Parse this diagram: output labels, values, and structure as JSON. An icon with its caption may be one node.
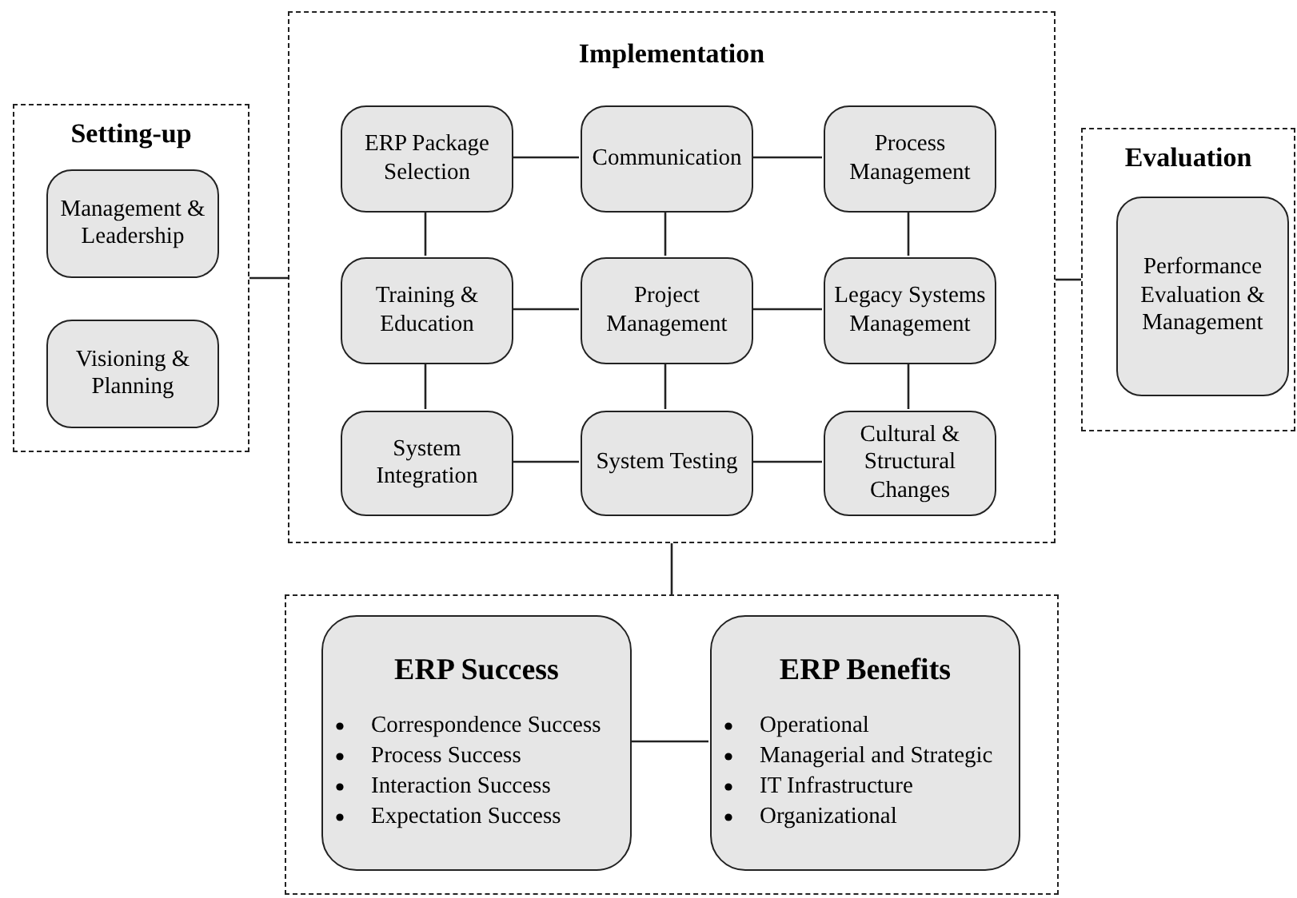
{
  "diagram": {
    "nodes": [
      {
        "text": [
          "Setting-up"
        ]
      },
      {
        "text": [
          "Management & Leadership"
        ],
        "in": 0
      },
      {
        "text": [
          "Visioning & Planning"
        ],
        "in": 0
      },
      {
        "text": [
          "Implementation"
        ]
      },
      {
        "text": [
          "ERP Package Selection"
        ],
        "in": 3
      },
      {
        "text": [
          "Communication"
        ],
        "in": 3
      },
      {
        "text": [
          "Process Management"
        ],
        "in": 3
      },
      {
        "text": [
          "Training & Education"
        ],
        "in": 3
      },
      {
        "text": [
          "Project Management"
        ],
        "in": 3
      },
      {
        "text": [
          "Legacy Systems Management"
        ],
        "in": 3
      },
      {
        "text": [
          "System Integration"
        ],
        "in": 3
      },
      {
        "text": [
          "System Testing"
        ],
        "in": 3
      },
      {
        "text": [
          "Cultural & Structural Changes"
        ],
        "in": 3
      },
      {
        "text": [
          "Evaluation"
        ]
      },
      {
        "text": [
          "Performance Evaluation & Management"
        ],
        "in": 13
      },
      {
        "text": [],
        "shape": "box"
      },
      {
        "text": [
          "ERP Success",
          "Correspondence Success",
          "Process Success",
          "Interaction Success",
          "Expectation Success"
        ],
        "in": 15
      },
      {
        "text": [
          "ERP Benefits",
          "Operational",
          "Managerial and Strategic",
          "IT Infrastructure",
          "Organizational"
        ],
        "in": 15
      }
    ],
    "edges": [
      {
        "from": 0,
        "to": 3,
        "arrow": "none"
      },
      {
        "from": 3,
        "to": 13,
        "arrow": "none"
      },
      {
        "from": 3,
        "to": 15,
        "arrow": "none"
      },
      {
        "from": 4,
        "to": 5,
        "arrow": "none"
      },
      {
        "from": 5,
        "to": 6,
        "arrow": "none"
      },
      {
        "from": 7,
        "to": 8,
        "arrow": "none"
      },
      {
        "from": 8,
        "to": 9,
        "arrow": "none"
      },
      {
        "from": 10,
        "to": 11,
        "arrow": "none"
      },
      {
        "from": 11,
        "to": 12,
        "arrow": "none"
      },
      {
        "from": 4,
        "to": 7,
        "arrow": "none"
      },
      {
        "from": 7,
        "to": 10,
        "arrow": "none"
      },
      {
        "from": 5,
        "to": 8,
        "arrow": "none"
      },
      {
        "from": 8,
        "to": 11,
        "arrow": "none"
      },
      {
        "from": 6,
        "to": 9,
        "arrow": "none"
      },
      {
        "from": 9,
        "to": 12,
        "arrow": "none"
      },
      {
        "from": 16,
        "to": 17,
        "arrow": "none"
      }
    ]
  }
}
